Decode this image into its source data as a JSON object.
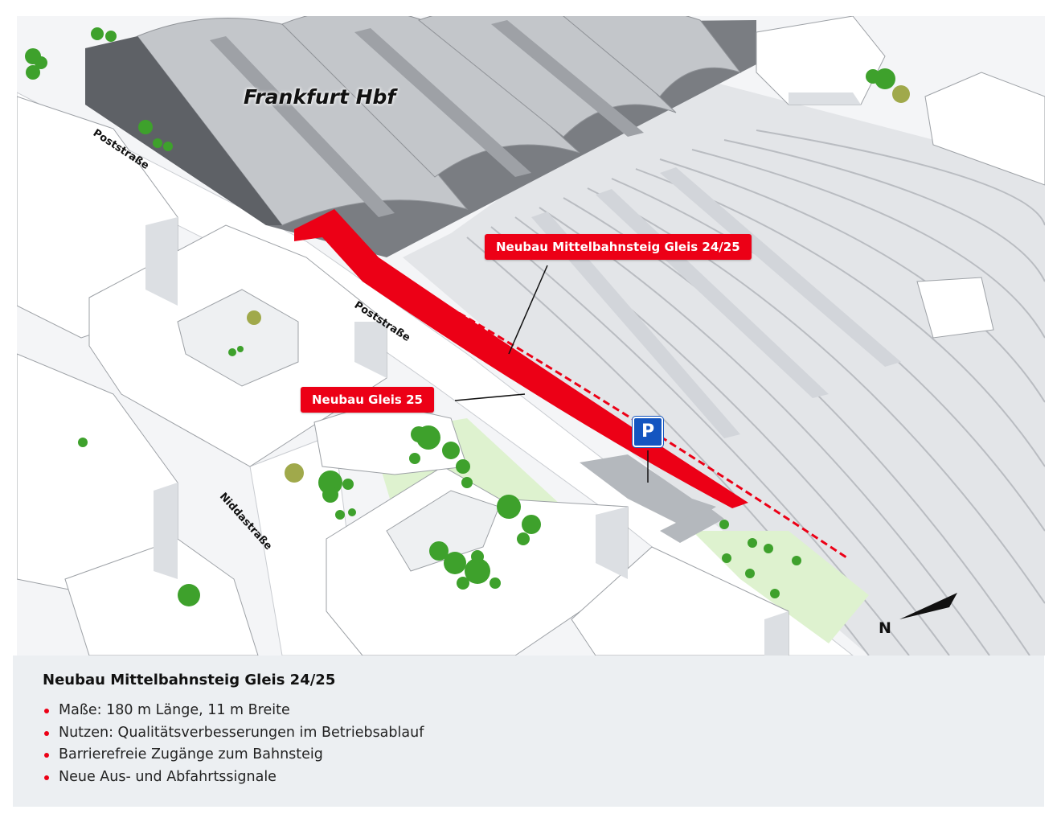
{
  "map": {
    "station_name": "Frankfurt Hbf",
    "streets": {
      "poststrasse_upper": "Poststraße",
      "poststrasse_lower": "Poststraße",
      "niddastrasse": "Niddastraße"
    },
    "callouts": {
      "platform_24_25": "Neubau  Mittelbahnsteig Gleis 24/25",
      "track_25": "Neubau  Gleis 25"
    },
    "parking_label": "P",
    "north_label": "N",
    "colors": {
      "accent_red": "#ec0016",
      "parking_blue": "#1455c0",
      "building": "#ffffff",
      "building_shadow": "#dcdfe3",
      "green_area": "#def2cf",
      "tree": "#3ea12c"
    }
  },
  "info": {
    "title": "Neubau Mittelbahnsteig Gleis 24/25",
    "items": [
      "Maße: 180 m Länge, 11 m Breite",
      "Nutzen: Qualitätsverbesserungen im Betriebsablauf",
      "Barrierefreie Zugänge zum Bahnsteig",
      "Neue Aus- und Abfahrtssignale"
    ]
  }
}
